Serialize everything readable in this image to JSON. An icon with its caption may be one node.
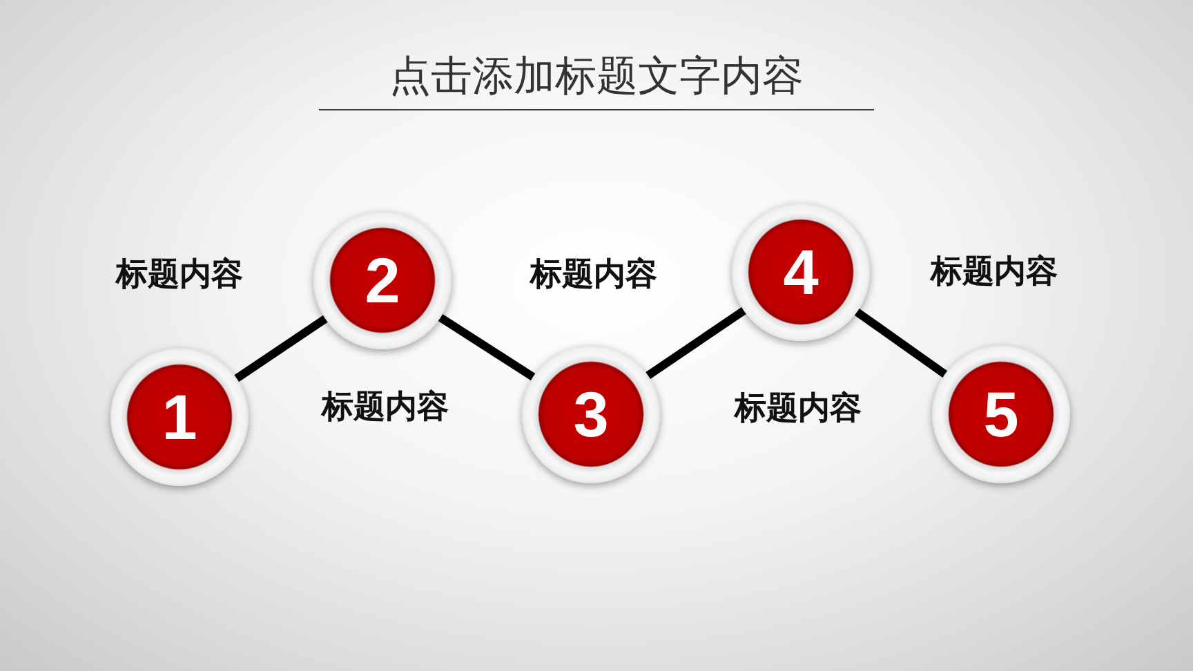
{
  "diagram": {
    "title": "点击添加标题文字内容",
    "nodes": [
      {
        "text": [
          "1"
        ],
        "beside": [
          "标题内容"
        ]
      },
      {
        "text": [
          "2"
        ],
        "beside": [
          "标题内容"
        ]
      },
      {
        "text": [
          "3"
        ],
        "beside": [
          "标题内容"
        ]
      },
      {
        "text": [
          "4"
        ],
        "beside": [
          "标题内容"
        ]
      },
      {
        "text": [
          "5"
        ],
        "beside": [
          "标题内容"
        ]
      }
    ],
    "edges": [
      {
        "from": 0,
        "to": 1,
        "arrow": "none"
      },
      {
        "from": 1,
        "to": 2,
        "arrow": "none"
      },
      {
        "from": 2,
        "to": 3,
        "arrow": "none"
      },
      {
        "from": 3,
        "to": 4,
        "arrow": "none"
      }
    ]
  }
}
